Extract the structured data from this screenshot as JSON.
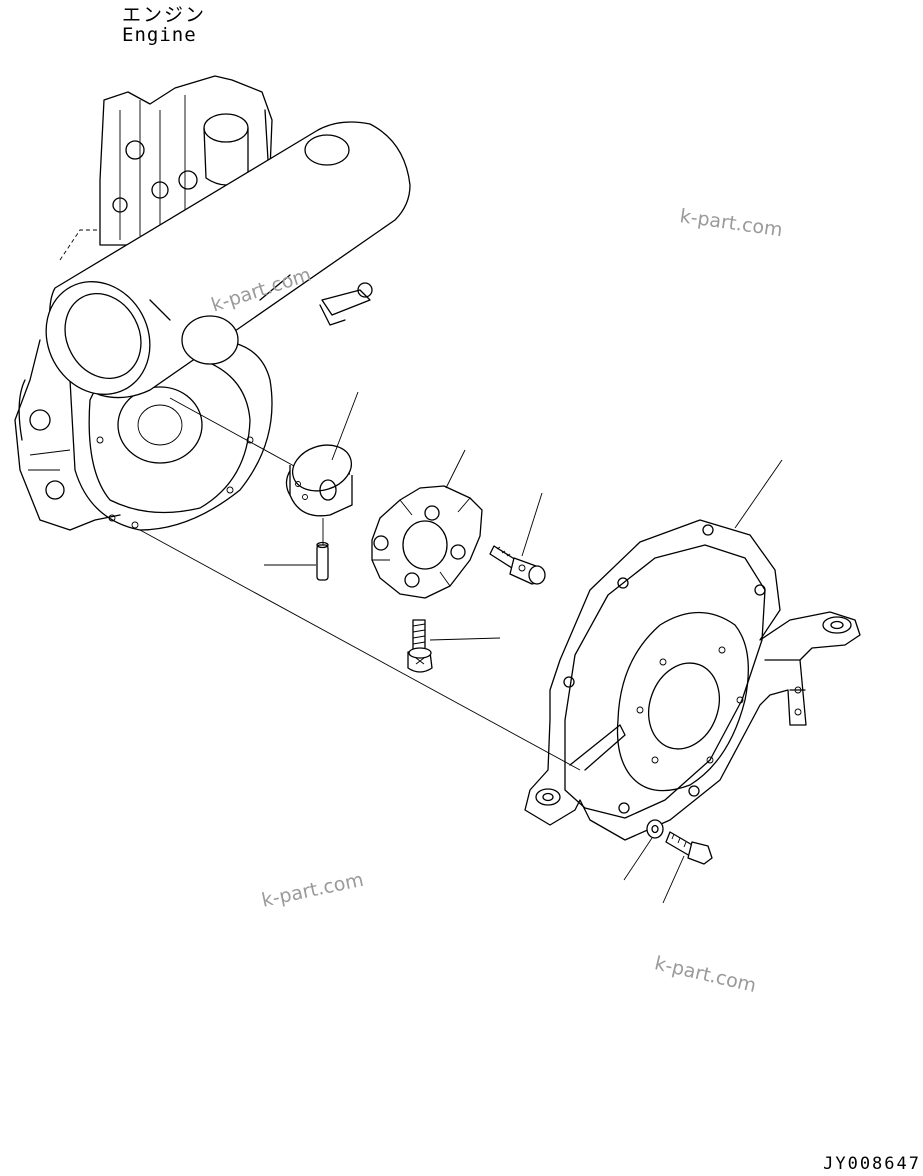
{
  "labels": {
    "engine_jp": "エンジン",
    "engine_en": "Engine",
    "drawing_id": "JY008647"
  },
  "watermarks": [
    "k-part.com",
    "k-part.com",
    "k-part.com",
    "k-part.com"
  ],
  "colors": {
    "line": "#000000",
    "background": "#ffffff",
    "watermark": "#9a9a9a"
  }
}
